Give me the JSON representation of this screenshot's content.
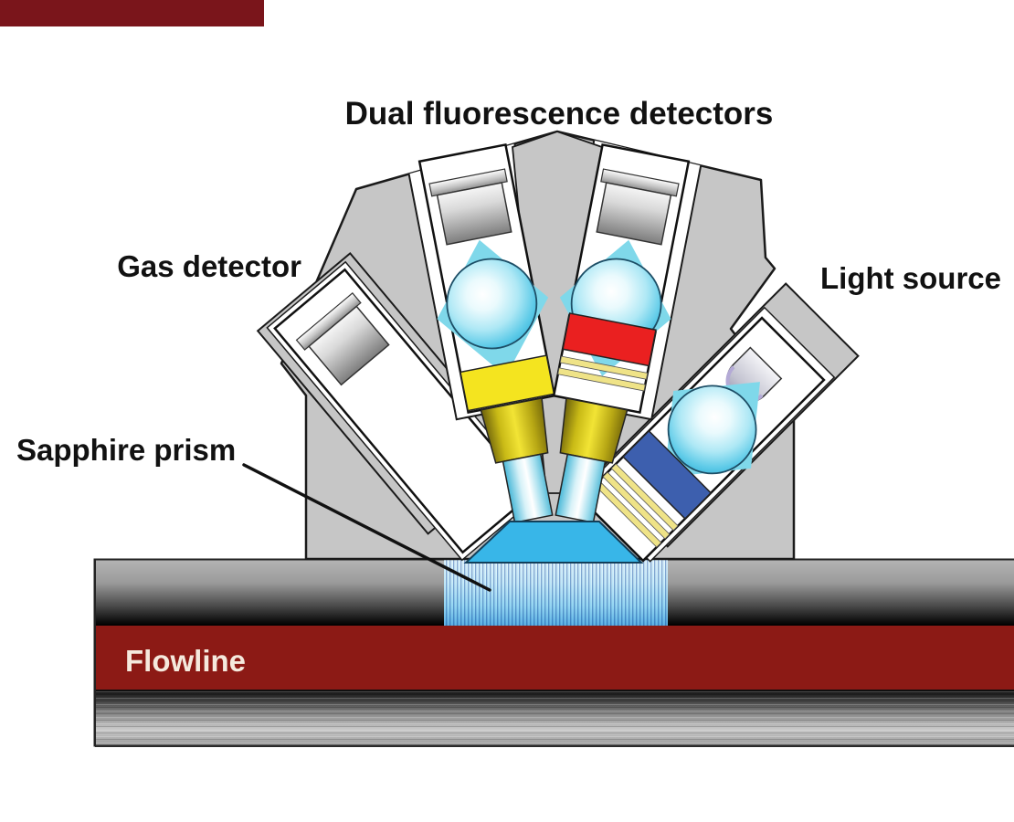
{
  "diagram": {
    "title": "Dual fluorescence detectors",
    "labels": {
      "gas_detector": "Gas detector",
      "light_source": "Light source",
      "sapphire_prism": "Sapphire prism",
      "flowline": "Flowline"
    }
  },
  "colors": {
    "label_color": "#111111",
    "housing_gray": "#c6c6c6",
    "outline": "#1a1a1a",
    "prism_cyan": "#38b6e8",
    "lens_diamond_cyan": "#7fd8ea",
    "filter_yellow": "#f4e41f",
    "filter_red": "#ea2020",
    "band_blue": "#3d5fae",
    "stripe_pale_yellow": "#efe387",
    "flowline_red": "#8c1a15",
    "flowline_text": "#f5e9dd",
    "corner_bar_red": "#7a151b"
  }
}
